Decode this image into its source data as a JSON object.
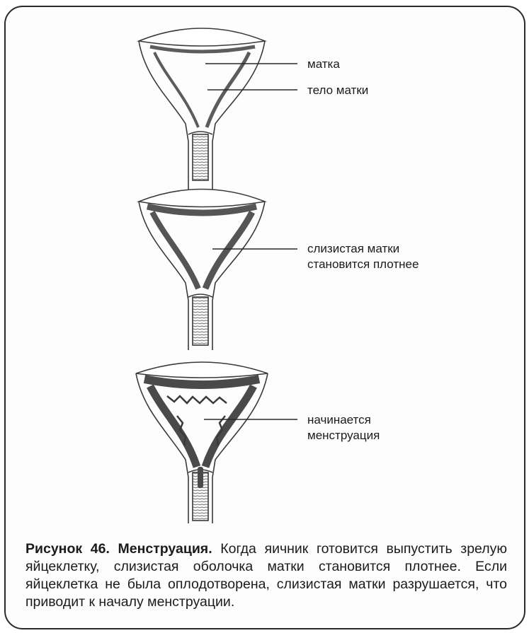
{
  "labels": {
    "uterus": "матка",
    "uterus_body": "тело матки",
    "thickening_line1": "слизистая матки",
    "thickening_line2": "становится плотнее",
    "menstruation_line1": "начинается",
    "menstruation_line2": "менструация"
  },
  "caption": {
    "title": "Рисунок 46. Менструация.",
    "text": "Когда яичник готовится выпустить зрелую яйцеклетку, слизистая оболочка матки становится плотнее. Если яйцеклетка не была оплодотворена, слизистая матки разрушается, что приводит к началу менструации."
  }
}
